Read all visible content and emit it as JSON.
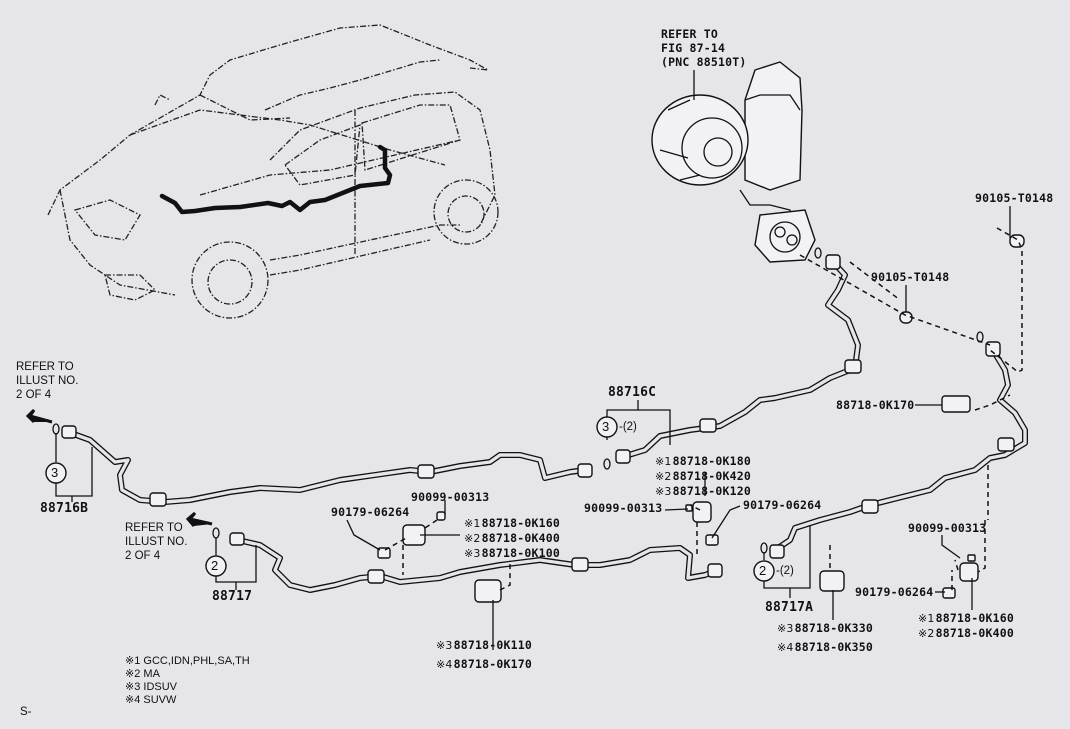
{
  "diagram": {
    "title": "Heater water hose / rear heater piping parts diagram",
    "sheet_code": "S-",
    "references": {
      "blower": [
        "REFER TO",
        "FIG 87-14",
        "(PNC 88510T)"
      ],
      "left_upper": [
        "REFER TO",
        "ILLUST NO.",
        "2 OF 4"
      ],
      "left_lower": [
        "REFER TO",
        "ILLUST NO.",
        "2 OF 4"
      ]
    },
    "callouts": {
      "c88716B": {
        "circle": "3",
        "label": "88716B",
        "qty": ""
      },
      "c88716C": {
        "circle": "3",
        "label": "88716C",
        "qty": "-(2)"
      },
      "c88717": {
        "circle": "2",
        "label": "88717",
        "qty": ""
      },
      "c88717A": {
        "circle": "2",
        "label": "88717A",
        "qty": "-(2)"
      }
    },
    "part_labels": {
      "bolt_top_right": "90105-T0148",
      "bolt_mid_right": "90105-T0148",
      "clamp_right": "88718-0K170",
      "nut_left": "90179-06264",
      "screw_left": "90099-00313",
      "nut_mid": "90179-06264",
      "screw_mid": "90099-00313",
      "screw_right": "90099-00313",
      "nut_right": "90179-06264"
    },
    "variant_groups": {
      "clamp_left": [
        {
          "mark": "※1",
          "part": "88718-0K160"
        },
        {
          "mark": "※2",
          "part": "88718-0K400"
        },
        {
          "mark": "※3",
          "part": "88718-0K100"
        }
      ],
      "clamp_mid": [
        {
          "mark": "※1",
          "part": "88718-0K180"
        },
        {
          "mark": "※2",
          "part": "88718-0K420"
        },
        {
          "mark": "※3",
          "part": "88718-0K120"
        }
      ],
      "clamp_bottom": [
        {
          "mark": "※3",
          "part": "88718-0K110"
        },
        {
          "mark": "※4",
          "part": "88718-0K170"
        }
      ],
      "clamp_88717A": [
        {
          "mark": "※3",
          "part": "88718-0K330"
        },
        {
          "mark": "※4",
          "part": "88718-0K350"
        }
      ],
      "clamp_right_bottom": [
        {
          "mark": "※1",
          "part": "88718-0K160"
        },
        {
          "mark": "※2",
          "part": "88718-0K400"
        }
      ]
    },
    "legend": [
      {
        "mark": "※1",
        "text": "GCC,IDN,PHL,SA,TH"
      },
      {
        "mark": "※2",
        "text": "MA"
      },
      {
        "mark": "※3",
        "text": "IDSUV"
      },
      {
        "mark": "※4",
        "text": "SUVW"
      }
    ]
  }
}
